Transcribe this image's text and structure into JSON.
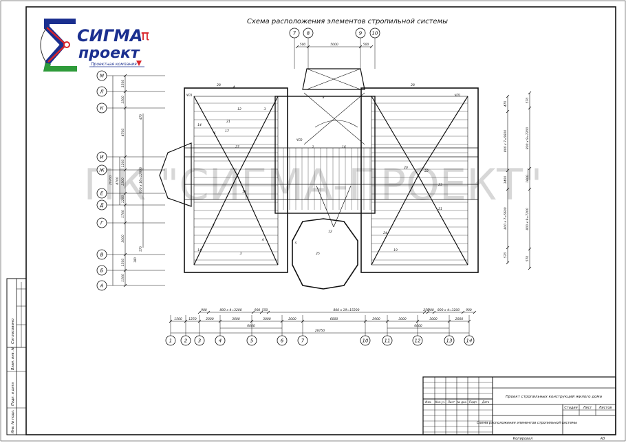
{
  "title": "Схема расположения элементов стропильной системы",
  "watermark": "ПК \"СИГМА-ПРОЕКТ\"",
  "logo": {
    "line1": "СИГМА",
    "line2": "проект",
    "tagline": "Проектная компания",
    "colors": {
      "blue": "#1a2f8f",
      "red": "#d9232a",
      "green": "#2e9b3a"
    }
  },
  "axes": {
    "rows": [
      "М",
      "Л",
      "К",
      "И",
      "Ж",
      "Е",
      "Д",
      "Г",
      "В",
      "Б",
      "А"
    ],
    "columns": [
      "1",
      "2",
      "3",
      "4",
      "5",
      "6",
      "7",
      "10",
      "11",
      "12",
      "13",
      "14"
    ],
    "top_columns": [
      "7",
      "8",
      "9",
      "10"
    ]
  },
  "dims": {
    "top": [
      "500",
      "5000",
      "500"
    ],
    "bottom_row1": [
      "900",
      "800 x 4=3200",
      "900",
      "550",
      "800 x 19=15200",
      "250",
      "900",
      "800 x 4=3200",
      "900"
    ],
    "bottom_row2": [
      "1500",
      "1250",
      "2000",
      "3600",
      "3000",
      "2000",
      "6000",
      "2900",
      "3000",
      "3000",
      "2000"
    ],
    "bottom_row3": [
      "6000",
      "6000"
    ],
    "bottom_total": "28750",
    "left_rows": [
      "1500",
      "1500",
      "4700",
      "1200",
      "2300",
      "1200",
      "1700",
      "3000",
      "1500",
      "1500"
    ],
    "left_total": "20700",
    "left_sub": "4700",
    "left_rafters": "800 x 16=12800",
    "left_small": [
      "470",
      "570",
      "180"
    ],
    "right_inner": [
      "470",
      "800 x 7=5600",
      "1400",
      "800 x 7=5600",
      "570"
    ],
    "right_outer": [
      "570",
      "800 x 9=7200",
      "1600",
      "800 x 9=7200",
      "570"
    ]
  },
  "plan_labels": [
    "ЧП1",
    "28",
    "4",
    "3",
    "12",
    "21",
    "14",
    "6",
    "17",
    "27",
    "8",
    "ЧП2",
    "1",
    "16",
    "18",
    "20",
    "22",
    "23",
    "24",
    "25",
    "5",
    "19",
    "7"
  ],
  "stamp": {
    "agreed": "Согласовано",
    "replace_inv": "Взам. инв. №",
    "sign_date": "Подп. и дата",
    "inv_orig": "Инв. № подл."
  },
  "title_block": {
    "project": "Проект стропильных конструкций жилого дома",
    "sheet_title": "Схема расположения элементов стропильной системы",
    "cols": [
      "Изм.",
      "Кол.уч.",
      "Лист",
      "№ док.",
      "Подп.",
      "Дата"
    ],
    "stage": "Стадия",
    "sheet": "Лист",
    "sheets": "Листов",
    "copied": "Копировал",
    "format": "А3"
  }
}
